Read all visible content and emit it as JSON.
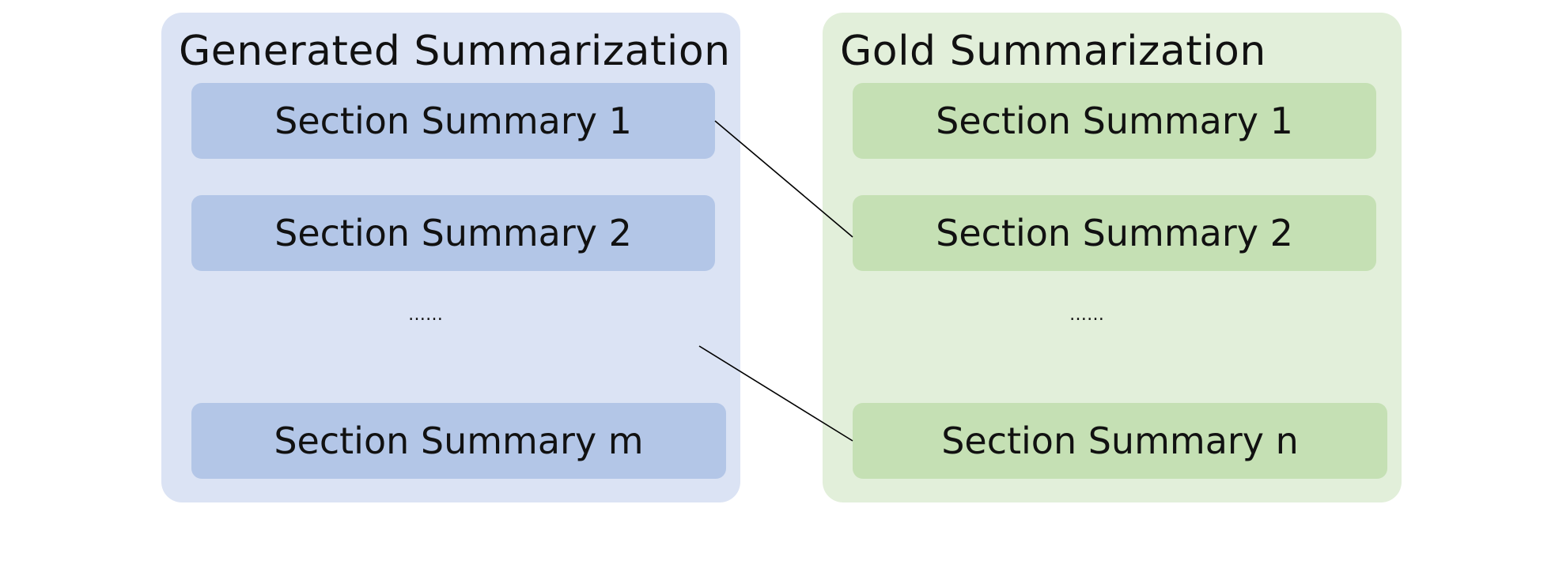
{
  "colors": {
    "generated_panel_bg": "#dbe3f4",
    "generated_box_bg": "#b3c6e7",
    "gold_panel_bg": "#e2efda",
    "gold_box_bg": "#c5e0b4",
    "connector": "#000000"
  },
  "generated": {
    "title": "Generated Summarization",
    "items": [
      "Section Summary 1",
      "Section Summary 2",
      "Section Summary m"
    ],
    "ellipsis": "……"
  },
  "gold": {
    "title": "Gold Summarization",
    "items": [
      "Section Summary 1",
      "Section Summary 2",
      "Section Summary n"
    ],
    "ellipsis": "……"
  }
}
